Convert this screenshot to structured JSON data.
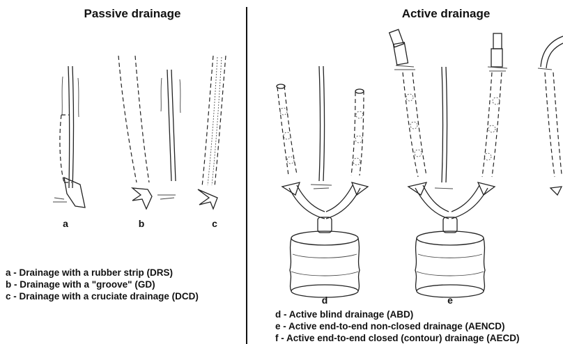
{
  "titles": {
    "passive": "Passive drainage",
    "active": "Active drainage"
  },
  "panel_labels": [
    "a",
    "b",
    "c",
    "d",
    "e"
  ],
  "legend_passive": [
    "a - Drainage with a rubber strip (DRS)",
    "b - Drainage with a \"groove\" (GD)",
    "c - Drainage with a cruciate drainage (DCD)"
  ],
  "legend_active": [
    "d - Active blind drainage (ABD)",
    "e - Active end-to-end non-closed drainage (AENCD)",
    "f -  Active end-to-end closed (contour) drainage (AECD)"
  ]
}
